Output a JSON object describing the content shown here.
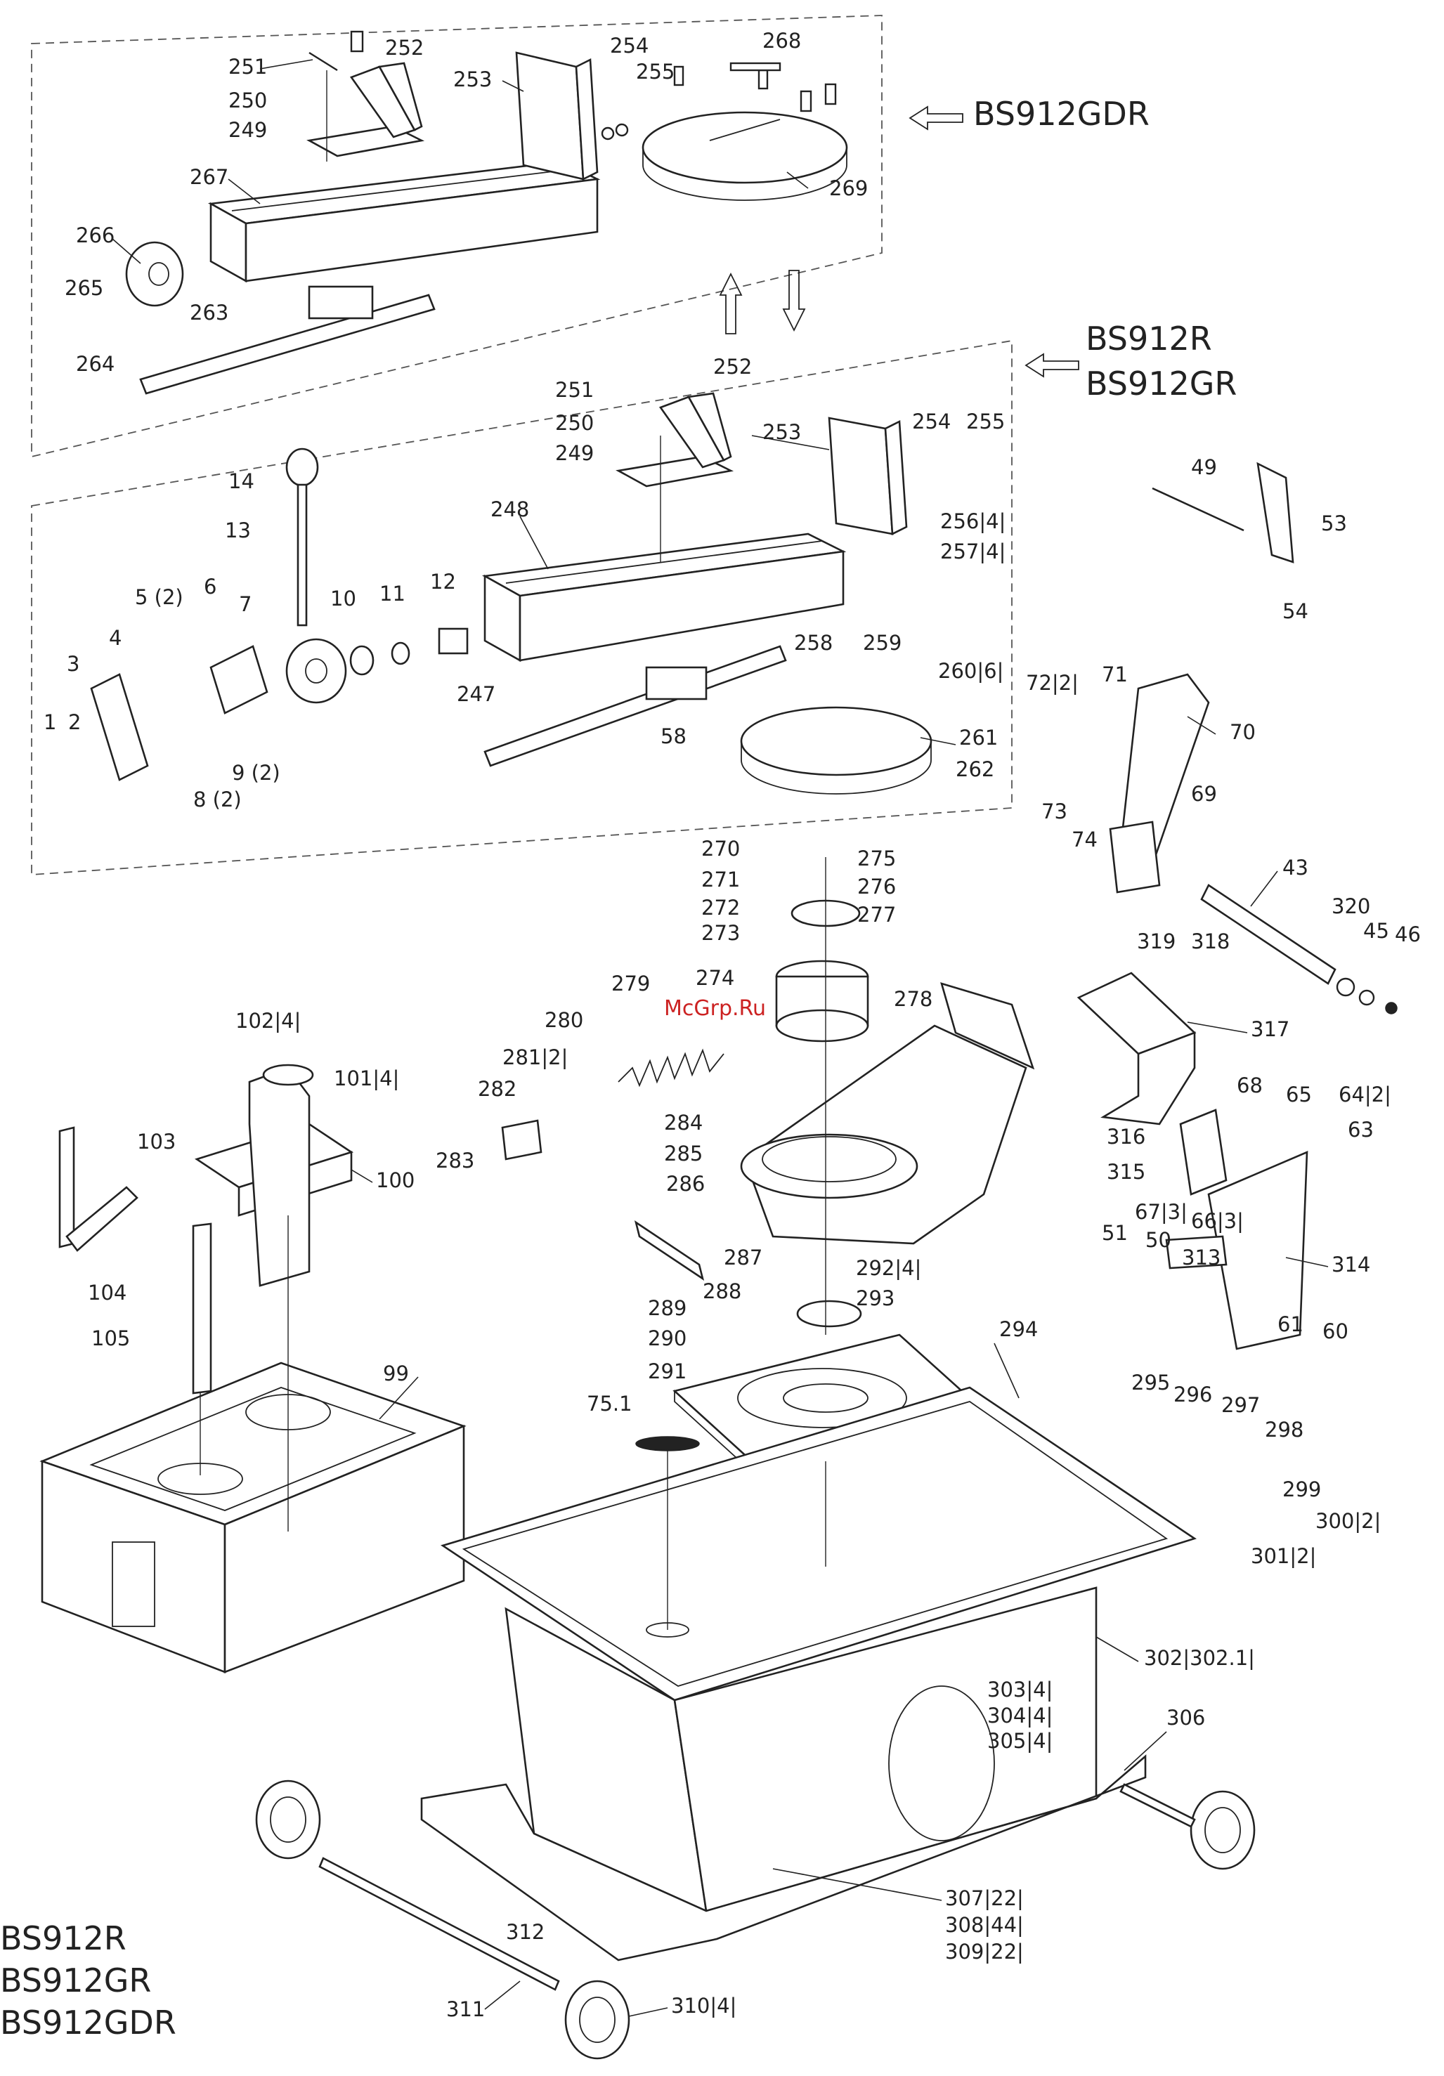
{
  "variant_labels": {
    "top_group": "BS912GDR",
    "middle_group_1": "BS912R",
    "middle_group_2": "BS912GR"
  },
  "models": [
    "BS912R",
    "BS912GR",
    "BS912GDR"
  ],
  "watermark": "McGrp.Ru",
  "callouts": {
    "c1": "1",
    "c2": "2",
    "c3": "3",
    "c4": "4",
    "c5": "5 (2)",
    "c6": "6",
    "c7": "7",
    "c8": "8 (2)",
    "c9": "9 (2)",
    "c10": "10",
    "c11": "11",
    "c12": "12",
    "c13": "13",
    "c14": "14",
    "c43": "43",
    "c45": "45",
    "c46": "46",
    "c49": "49",
    "c50": "50",
    "c51": "51",
    "c53": "53",
    "c54": "54",
    "c58": "58",
    "c60": "60",
    "c61": "61",
    "c63": "63",
    "c64": "64|2|",
    "c65": "65",
    "c66": "66|3|",
    "c67": "67|3|",
    "c68": "68",
    "c69": "69",
    "c70": "70",
    "c71": "71",
    "c72": "72|2|",
    "c73": "73",
    "c74": "74",
    "c75": "75.1",
    "c99": "99",
    "c100": "100",
    "c101": "101|4|",
    "c102": "102|4|",
    "c103": "103",
    "c104": "104",
    "c105": "105",
    "c247": "247",
    "c248": "248",
    "c249a": "249",
    "c249b": "249",
    "c250a": "250",
    "c250b": "250",
    "c251a": "251",
    "c251b": "251",
    "c252a": "252",
    "c252b": "252",
    "c253a": "253",
    "c253b": "253",
    "c254a": "254",
    "c254b": "254",
    "c255a": "255",
    "c255b": "255",
    "c256": "256|4|",
    "c257": "257|4|",
    "c258": "258",
    "c259": "259",
    "c260": "260|6|",
    "c261": "261",
    "c262": "262",
    "c263": "263",
    "c264": "264",
    "c265": "265",
    "c266": "266",
    "c267": "267",
    "c268": "268",
    "c269": "269",
    "c270": "270",
    "c271": "271",
    "c272": "272",
    "c273": "273",
    "c274": "274",
    "c275": "275",
    "c276": "276",
    "c277": "277",
    "c278": "278",
    "c279": "279",
    "c280": "280",
    "c281": "281|2|",
    "c282": "282",
    "c283": "283",
    "c284": "284",
    "c285": "285",
    "c286": "286",
    "c287": "287",
    "c288": "288",
    "c289": "289",
    "c290": "290",
    "c291": "291",
    "c292": "292|4|",
    "c293": "293",
    "c294": "294",
    "c295": "295",
    "c296": "296",
    "c297": "297",
    "c298": "298",
    "c299": "299",
    "c300": "300|2|",
    "c301": "301|2|",
    "c302": "302|302.1|",
    "c303": "303|4|",
    "c304": "304|4|",
    "c305": "305|4|",
    "c306": "306",
    "c307": "307|22|",
    "c308": "308|44|",
    "c309": "309|22|",
    "c310": "310|4|",
    "c311": "311",
    "c312": "312",
    "c313": "313",
    "c314": "314",
    "c315": "315",
    "c316": "316",
    "c317": "317",
    "c318": "318",
    "c319": "319",
    "c320": "320"
  }
}
